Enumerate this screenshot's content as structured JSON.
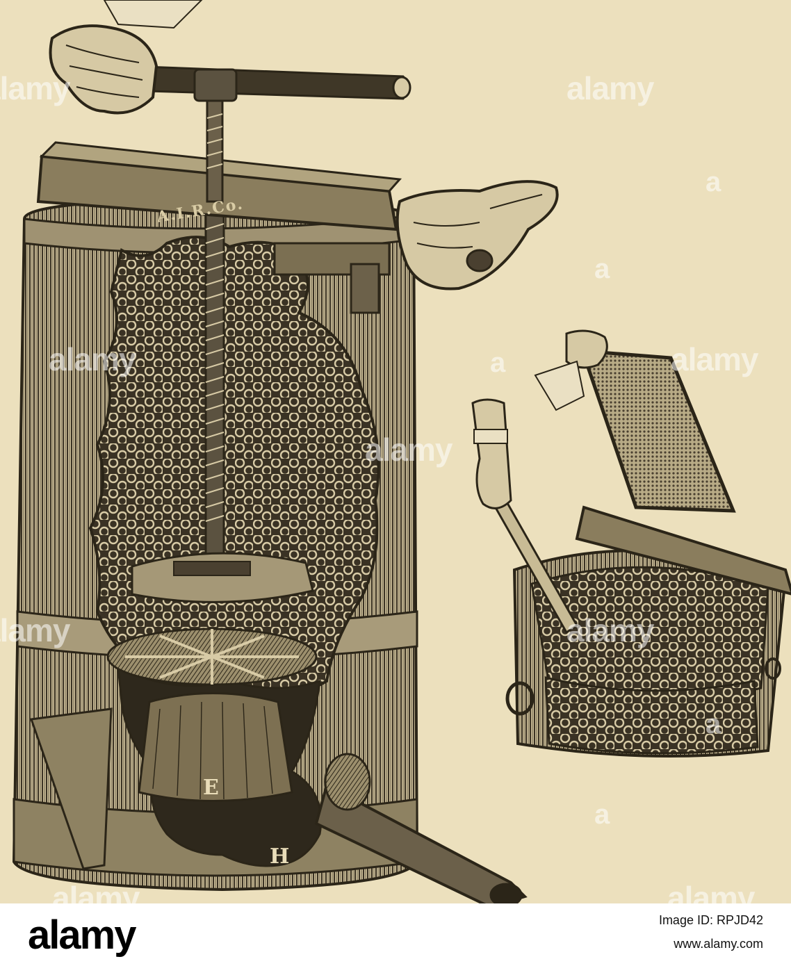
{
  "illustration": {
    "press_stamp": "A.I.R.Co.",
    "label_e": "E",
    "label_h": "H",
    "colors": {
      "paper": "#ece0bd",
      "ink": "#2b2518",
      "mid": "#6b604a"
    }
  },
  "watermarks": {
    "word": "alamy",
    "fragment": "a"
  },
  "footer": {
    "brand": "alamy",
    "image_id": "Image ID: RPJD42",
    "site": "www.alamy.com"
  }
}
